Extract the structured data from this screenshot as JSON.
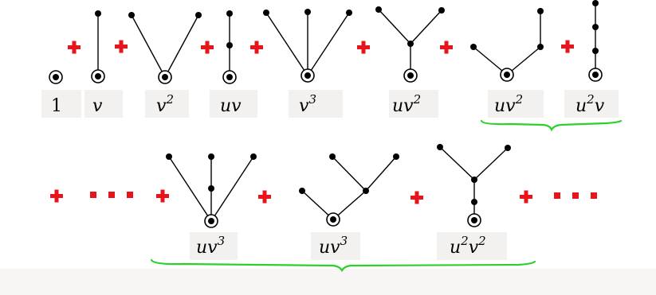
{
  "row1_terms": [
    {
      "base": "1",
      "exp": "",
      "italic": false
    },
    {
      "base": "v",
      "exp": ""
    },
    {
      "base": "v",
      "exp": "2"
    },
    {
      "base": "uv",
      "exp": ""
    },
    {
      "base": "v",
      "exp": "3"
    },
    {
      "base": "uv",
      "exp": "2"
    },
    {
      "base": "uv",
      "exp": "2"
    },
    {
      "base": "u",
      "exp": "2",
      "tail": "v"
    }
  ],
  "row2_terms": [
    {
      "base": "uv",
      "exp": "3"
    },
    {
      "base": "uv",
      "exp": "3"
    },
    {
      "base": "u",
      "exp": "2",
      "tail": "v",
      "tail_exp": "2"
    }
  ],
  "operator_symbol": "+",
  "colors": {
    "plus": "#e8141c",
    "brace": "#2bd02b",
    "label_box": "#f2f1f0"
  }
}
